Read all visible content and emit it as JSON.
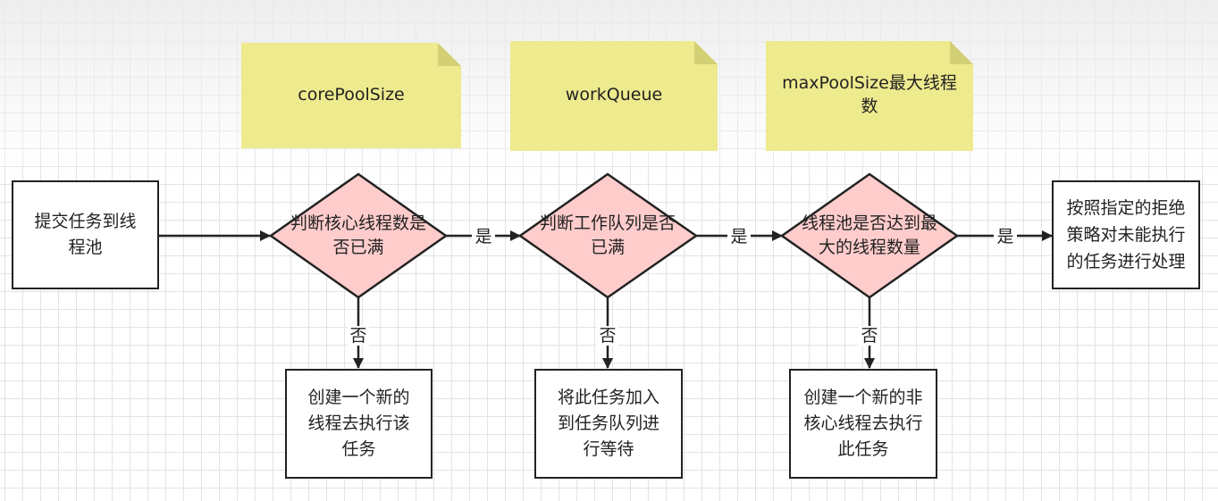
{
  "notes": {
    "core": "corePoolSize",
    "queue": "workQueue",
    "max": "maxPoolSize最大线程数"
  },
  "nodes": {
    "submit": "提交任务到线程池",
    "check_core": "判断核心线程数是否已满",
    "check_queue": "判断工作队列是否已满",
    "check_max": "线程池是否达到最大的线程数量",
    "reject": "按照指定的拒绝策略对未能执行的任务进行处理",
    "create_core": "创建一个新的线程去执行该任务",
    "enqueue": "将此任务加入到任务队列进行等待",
    "create_noncore": "创建一个新的非核心线程去执行此任务"
  },
  "labels": {
    "yes": "是",
    "no": "否"
  },
  "colors": {
    "note_fill": "#eeea8e",
    "note_fold": "#d3cf74",
    "diamond_fill": "#ffcccc",
    "stroke": "#222222"
  }
}
